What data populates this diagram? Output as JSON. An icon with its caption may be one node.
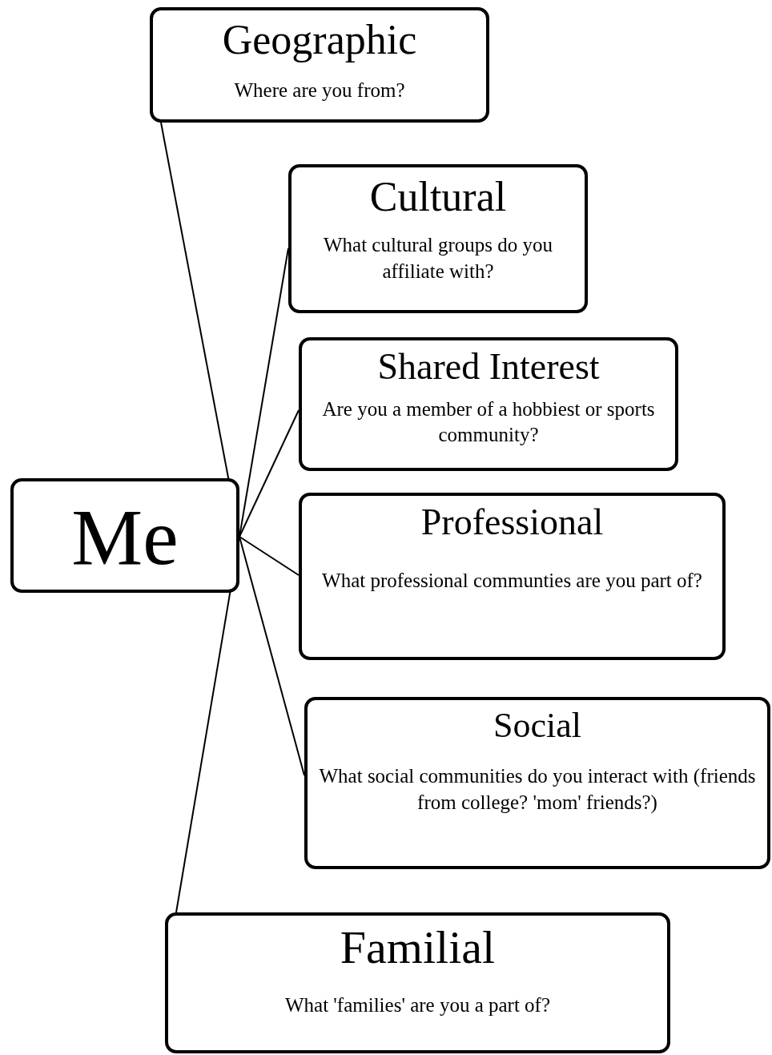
{
  "diagram": {
    "nodes": [
      {
        "text": [
          "Me"
        ]
      },
      {
        "text": [
          "Geographic",
          "Where are you from?"
        ]
      },
      {
        "text": [
          "Cultural",
          "What cultural groups do you affiliate with?"
        ]
      },
      {
        "text": [
          "Shared Interest",
          "Are you a member of a hobbiest or sports community?"
        ]
      },
      {
        "text": [
          "Professional",
          "What professional communties are you part of?"
        ]
      },
      {
        "text": [
          "Social",
          "What social communities do you interact with (friends from college? 'mom' friends?)"
        ]
      },
      {
        "text": [
          "Familial",
          "What 'families' are you a part of?"
        ]
      }
    ],
    "edges": [
      {
        "from": 0,
        "to": 1,
        "arrow": "none"
      },
      {
        "from": 0,
        "to": 2,
        "arrow": "none"
      },
      {
        "from": 0,
        "to": 3,
        "arrow": "none"
      },
      {
        "from": 0,
        "to": 4,
        "arrow": "none"
      },
      {
        "from": 0,
        "to": 5,
        "arrow": "none"
      },
      {
        "from": 0,
        "to": 6,
        "arrow": "none"
      }
    ]
  }
}
